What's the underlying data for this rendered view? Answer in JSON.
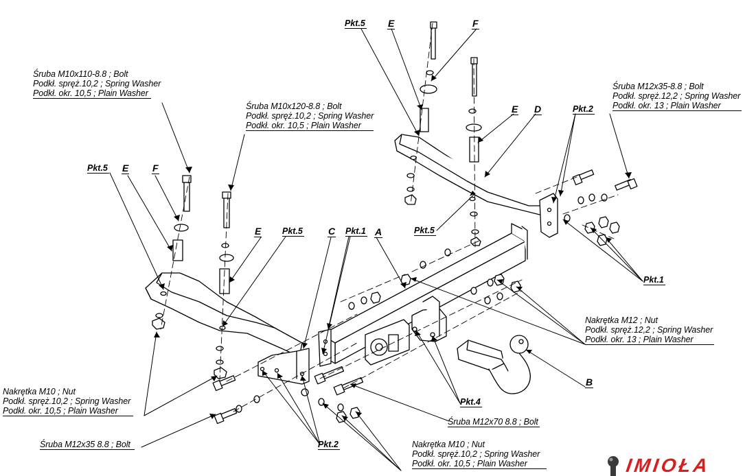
{
  "labels": {
    "bolt_left_top": [
      "Śruba M10x110-8.8 ;  Bolt",
      "Podkł. spręż.10,2 ; Spring Washer",
      "Podkł. okr. 10,5 ; Plain Washer"
    ],
    "bolt_mid_top": [
      "Śruba M10x120-8.8 ;  Bolt",
      "Podkł. spręż.10,2 ; Spring Washer",
      "Podkł. okr. 10,5 ; Plain Washer"
    ],
    "bolt_right_top": [
      "Śruba M12x35-8.8 ;  Bolt",
      "Podkł. spręż.12,2 ; Spring Washer",
      "Podkł. okr. 13 ; Plain Washer"
    ],
    "nut_m12": [
      "Nakrętka  M12 ; Nut",
      "Podkł. spręż.12,2 ; Spring Washer",
      "Podkł. okr. 13 ; Plain Washer"
    ],
    "nut_m10_left": [
      "Nakrętka  M10 ; Nut",
      "Podkł. spręż.10,2 ; Spring Washer",
      "Podkł. okr. 10,5 ; Plain Washer"
    ],
    "nut_m10_bottom": [
      "Nakrętka  M10 ; Nut",
      "Podkł. spręż.10,2 ; Spring Washer",
      "Podkł. okr. 10,5 ; Plain Washer"
    ],
    "bolt_m12x35": "Śruba M12x35 8.8 ;  Bolt",
    "bolt_m12x70": "Śruba M12x70 8.8 ;  Bolt"
  },
  "points": {
    "pkt5": "Pkt.5",
    "pkt1": "Pkt.1",
    "pkt2": "Pkt.2",
    "pkt4": "Pkt.4"
  },
  "letters": {
    "a": "A",
    "b": "B",
    "c": "C",
    "d": "D",
    "e": "E",
    "f": "F"
  },
  "logo": {
    "text": "IMIOŁA",
    "color": "#d6201f"
  }
}
